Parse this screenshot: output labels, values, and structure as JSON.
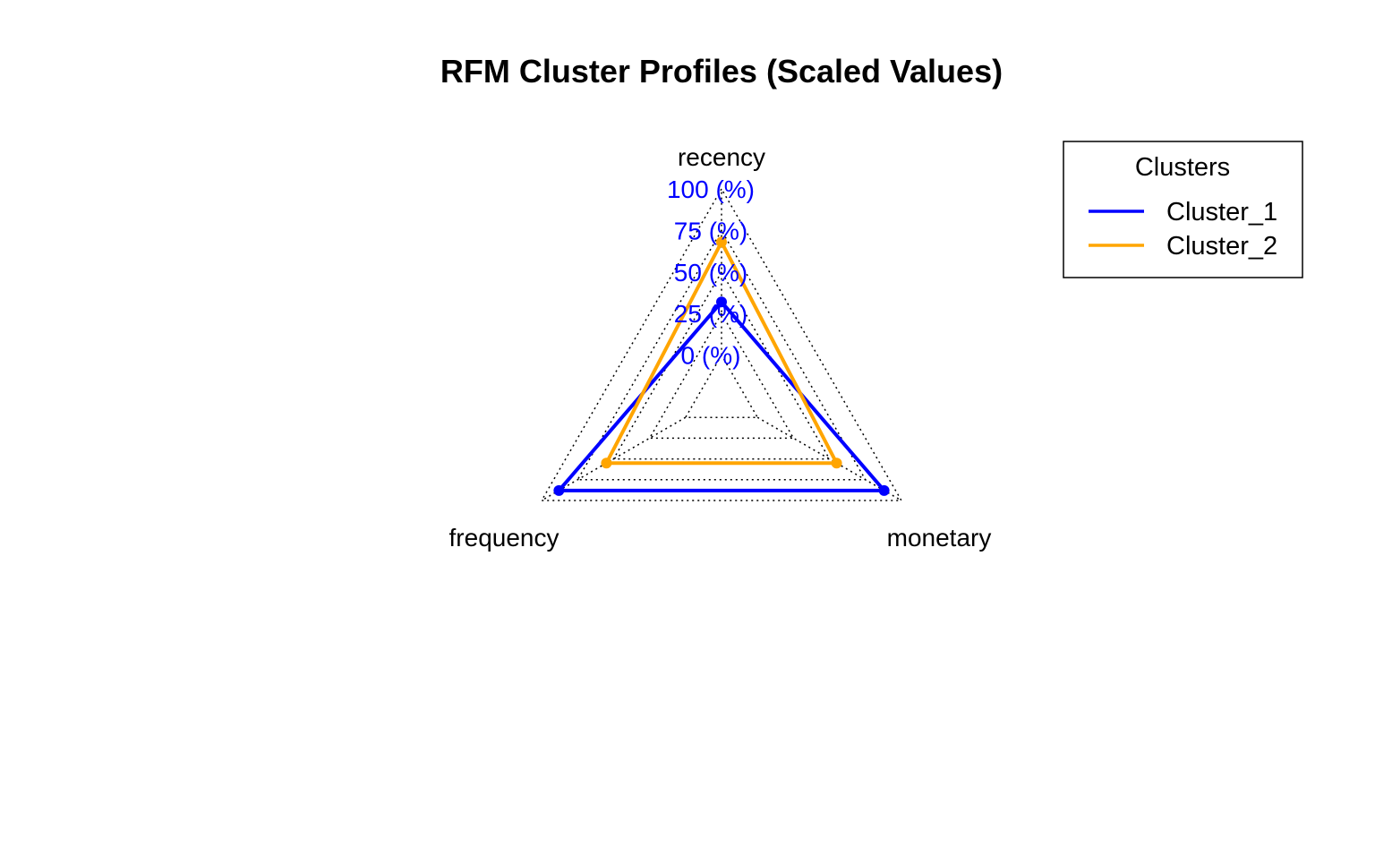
{
  "chart_data": {
    "type": "radar",
    "title": "RFM Cluster Profiles (Scaled Values)",
    "axes": [
      "recency",
      "frequency",
      "monetary"
    ],
    "tick_labels": [
      "0 (%)",
      "25 (%)",
      "50 (%)",
      "75 (%)",
      "100 (%)"
    ],
    "range": [
      0,
      100
    ],
    "grid": "dotted",
    "legend": {
      "title": "Clusters",
      "placement": "top-right"
    },
    "series": [
      {
        "name": "Cluster_1",
        "color": "#0000ff",
        "values": [
          32,
          88,
          88
        ]
      },
      {
        "name": "Cluster_2",
        "color": "#ffa500",
        "values": [
          68,
          55,
          55
        ]
      }
    ],
    "tick_color": "#0000ff"
  }
}
